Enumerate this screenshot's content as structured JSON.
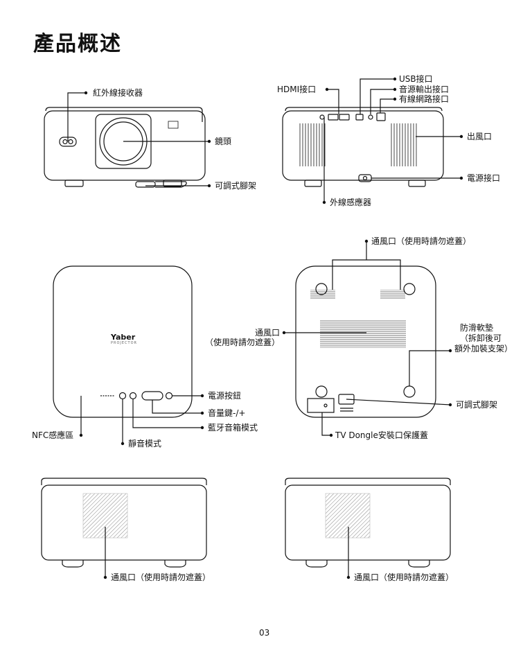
{
  "page": {
    "title": "產品概述",
    "page_number": "03"
  },
  "brand": {
    "logo_text": "Yaber",
    "logo_sub": "PROJECTOR"
  },
  "front_view": {
    "ir_receiver": "紅外線接收器",
    "lens": "鏡頭",
    "adjustable_stand": "可調式腳架"
  },
  "back_view": {
    "hdmi_port": "HDMI接口",
    "usb_port": "USB接口",
    "audio_out": "音源輸出接口",
    "ethernet": "有線網路接口",
    "vent": "出風口",
    "power_port": "電源接口",
    "ext_sensor": "外線感應器"
  },
  "top_view": {
    "power_button": "電源按鈕",
    "volume_keys": "音量鍵-/+",
    "bt_speaker_mode": "藍牙音箱模式",
    "nfc_area": "NFC感應區",
    "mute_mode": "靜音模式"
  },
  "bottom_view": {
    "vent_top": "通風口（使用時請勿遮蓋）",
    "vent_mid_line1": "通風口",
    "vent_mid_line2": "（使用時請勿遮蓋）",
    "antislip_line1": "防滑軟墊",
    "antislip_line2": "（拆卸後可",
    "antislip_line3": "額外加裝支架）",
    "adjustable_stand": "可調式腳架",
    "dongle_cover": "TV Dongle安裝口保護蓋"
  },
  "side_views": {
    "left_vent": "通風口（使用時請勿遮蓋）",
    "right_vent": "通風口（使用時請勿遮蓋）"
  }
}
